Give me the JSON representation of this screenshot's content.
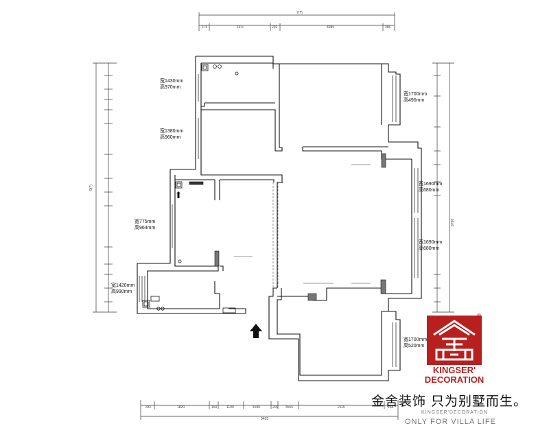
{
  "dims": {
    "top_overall": "7(?)",
    "top_segments": [
      "175",
      "13.5",
      "202",
      "4985",
      "385"
    ],
    "bottom_overall": "9455",
    "bottom_segments": [
      "331",
      "1820",
      "150",
      "1100",
      "1590",
      "200",
      "3555",
      "2115",
      "288"
    ],
    "left_overall": "9(?)",
    "right_overall": "9790"
  },
  "windows": [
    {
      "w": "1430mm",
      "h": "970mm"
    },
    {
      "w": "1380mm",
      "h": "960mm"
    },
    {
      "w": "775mm",
      "h": "964mm"
    },
    {
      "w": "1420mm",
      "h": "990mm"
    },
    {
      "w": "1700mm",
      "h": "490mm"
    },
    {
      "w": "1690mm",
      "h": "680mm"
    },
    {
      "w": "1690mm",
      "h": "680mm"
    },
    {
      "w": "1700mm",
      "h": "520mm"
    }
  ],
  "window_prefix_w": "宽",
  "window_prefix_h": "高",
  "brand": {
    "logo_word": "KINGSER'",
    "logo_word2": "DECORATION",
    "registered": "®",
    "slogan_cn": "金舍装饰 只为别墅而生。",
    "subtitle_en": "KINGSER'DECORATION",
    "tagline_en": "ONLY FOR VILLA LIFE"
  },
  "colors": {
    "wall": "#111111",
    "accent_red": "#b8201f",
    "dim_line": "#333333"
  },
  "icons": [
    "entrance-arrow-icon",
    "fixture-circle-icon",
    "kingser-logo-icon"
  ]
}
